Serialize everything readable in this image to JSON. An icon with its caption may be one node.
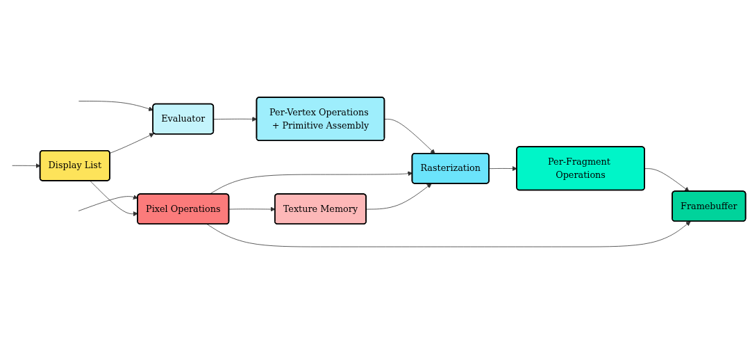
{
  "diagram": {
    "nodes": [
      {
        "text": [
          "Display List"
        ]
      },
      {
        "text": [
          "Evaluator"
        ]
      },
      {
        "text": [
          "Per-Vertex Operations + Primitive Assembly"
        ]
      },
      {
        "text": [
          "Rasterization"
        ]
      },
      {
        "text": [
          "Per-Fragment Operations"
        ]
      },
      {
        "text": [
          "Framebuffer"
        ]
      },
      {
        "text": [
          "Texture Memory"
        ]
      },
      {
        "text": [
          "Pixel Operations"
        ]
      }
    ],
    "edges": [
      {
        "from": null,
        "to": 0,
        "arrow": "to"
      },
      {
        "from": null,
        "to": 1,
        "arrow": "to"
      },
      {
        "from": null,
        "to": 7,
        "arrow": "to"
      },
      {
        "from": 0,
        "to": 1,
        "arrow": "to"
      },
      {
        "from": 0,
        "to": 7,
        "arrow": "to"
      },
      {
        "from": 1,
        "to": 2,
        "arrow": "to"
      },
      {
        "from": 2,
        "to": 3,
        "arrow": "to"
      },
      {
        "from": 3,
        "to": 4,
        "arrow": "to"
      },
      {
        "from": 4,
        "to": 5,
        "arrow": "to"
      },
      {
        "from": 7,
        "to": 3,
        "arrow": "to"
      },
      {
        "from": 7,
        "to": 6,
        "arrow": "to"
      },
      {
        "from": 6,
        "to": 3,
        "arrow": "to"
      },
      {
        "from": 7,
        "to": 5,
        "arrow": "to"
      }
    ]
  }
}
